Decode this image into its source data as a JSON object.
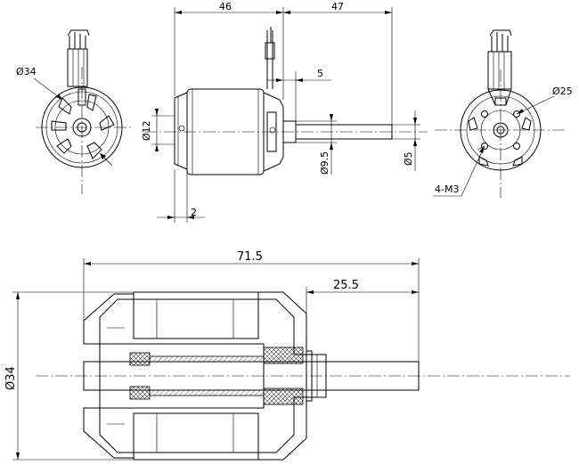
{
  "dimensions": {
    "top_side_length": "46",
    "top_shaft_length": "47",
    "collar_length": "5",
    "body_diameter_small": "Ø12",
    "collar_diameter": "Ø9.5",
    "shaft_diameter": "Ø5",
    "flange_gap": "2",
    "front_diameter": "Ø34",
    "rear_bolt_circle": "Ø25",
    "mount_holes": "4-M3",
    "section_total_length": "71.5",
    "section_shaft_length": "25.5",
    "section_diameter": "Ø34"
  },
  "colors": {
    "line": "#000000",
    "background": "#ffffff"
  }
}
